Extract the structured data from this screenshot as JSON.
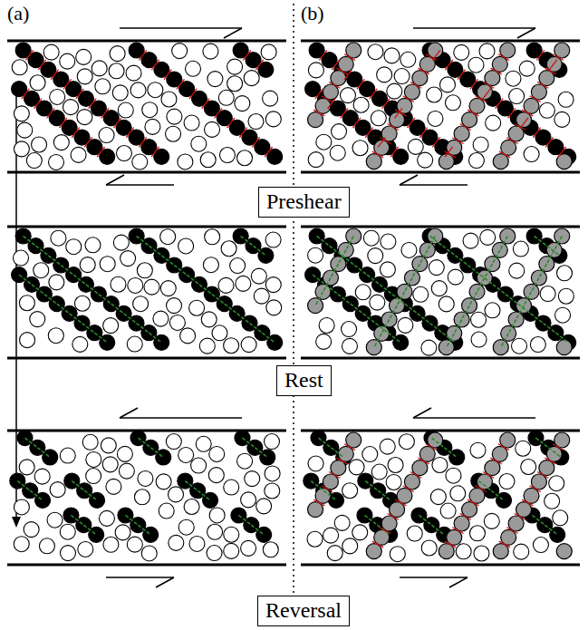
{
  "diagram": {
    "nodes": [
      {
        "text": [
          "Preshear"
        ]
      },
      {
        "text": [
          "Rest"
        ]
      },
      {
        "text": [
          "Reversal"
        ]
      }
    ],
    "labels": [
      "(a)",
      "(b)"
    ]
  }
}
